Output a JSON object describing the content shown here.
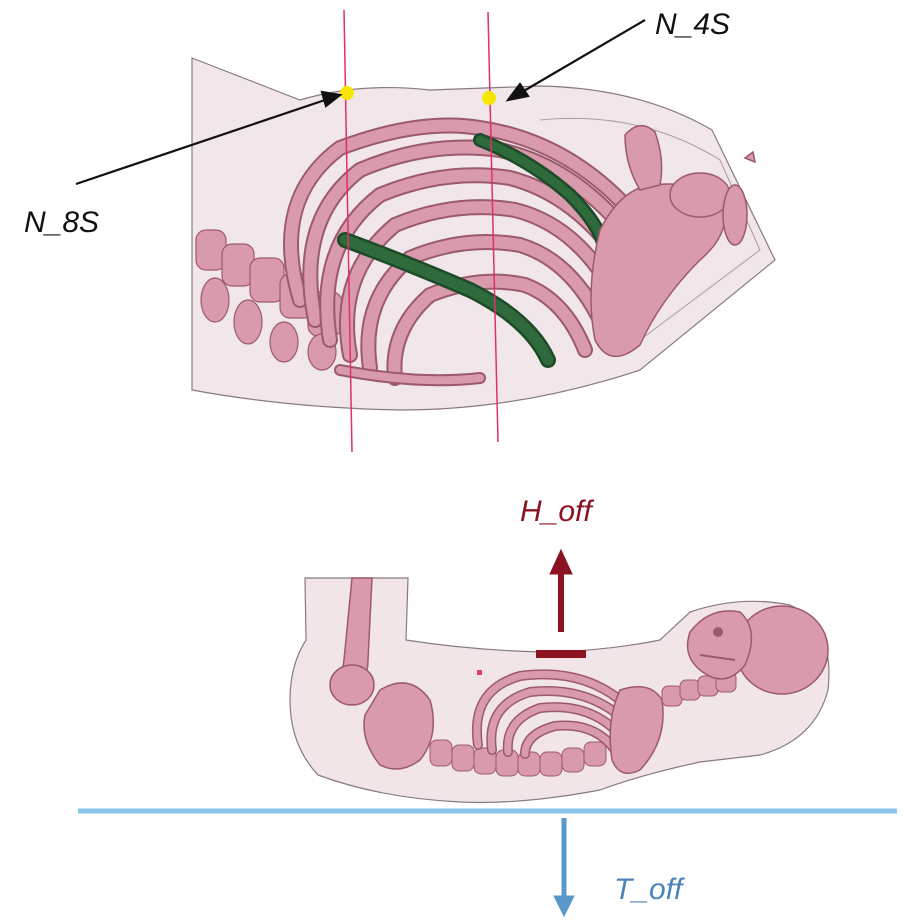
{
  "labels": {
    "n4s": "N_4S",
    "n8s": "N_8S",
    "h_off": "H_off",
    "t_off": "T_off"
  },
  "colors": {
    "bone": "#d99aab",
    "bone_dark": "#9b5a6b",
    "skin": "#efe2e6",
    "highlighted_rib": "#2f6a3c",
    "node_marker": "#f7e600",
    "cut_plane": "#e0306a",
    "h_off_arrow": "#8b1220",
    "t_off_arrow": "#5a98cc",
    "table": "#8dc4ea"
  }
}
